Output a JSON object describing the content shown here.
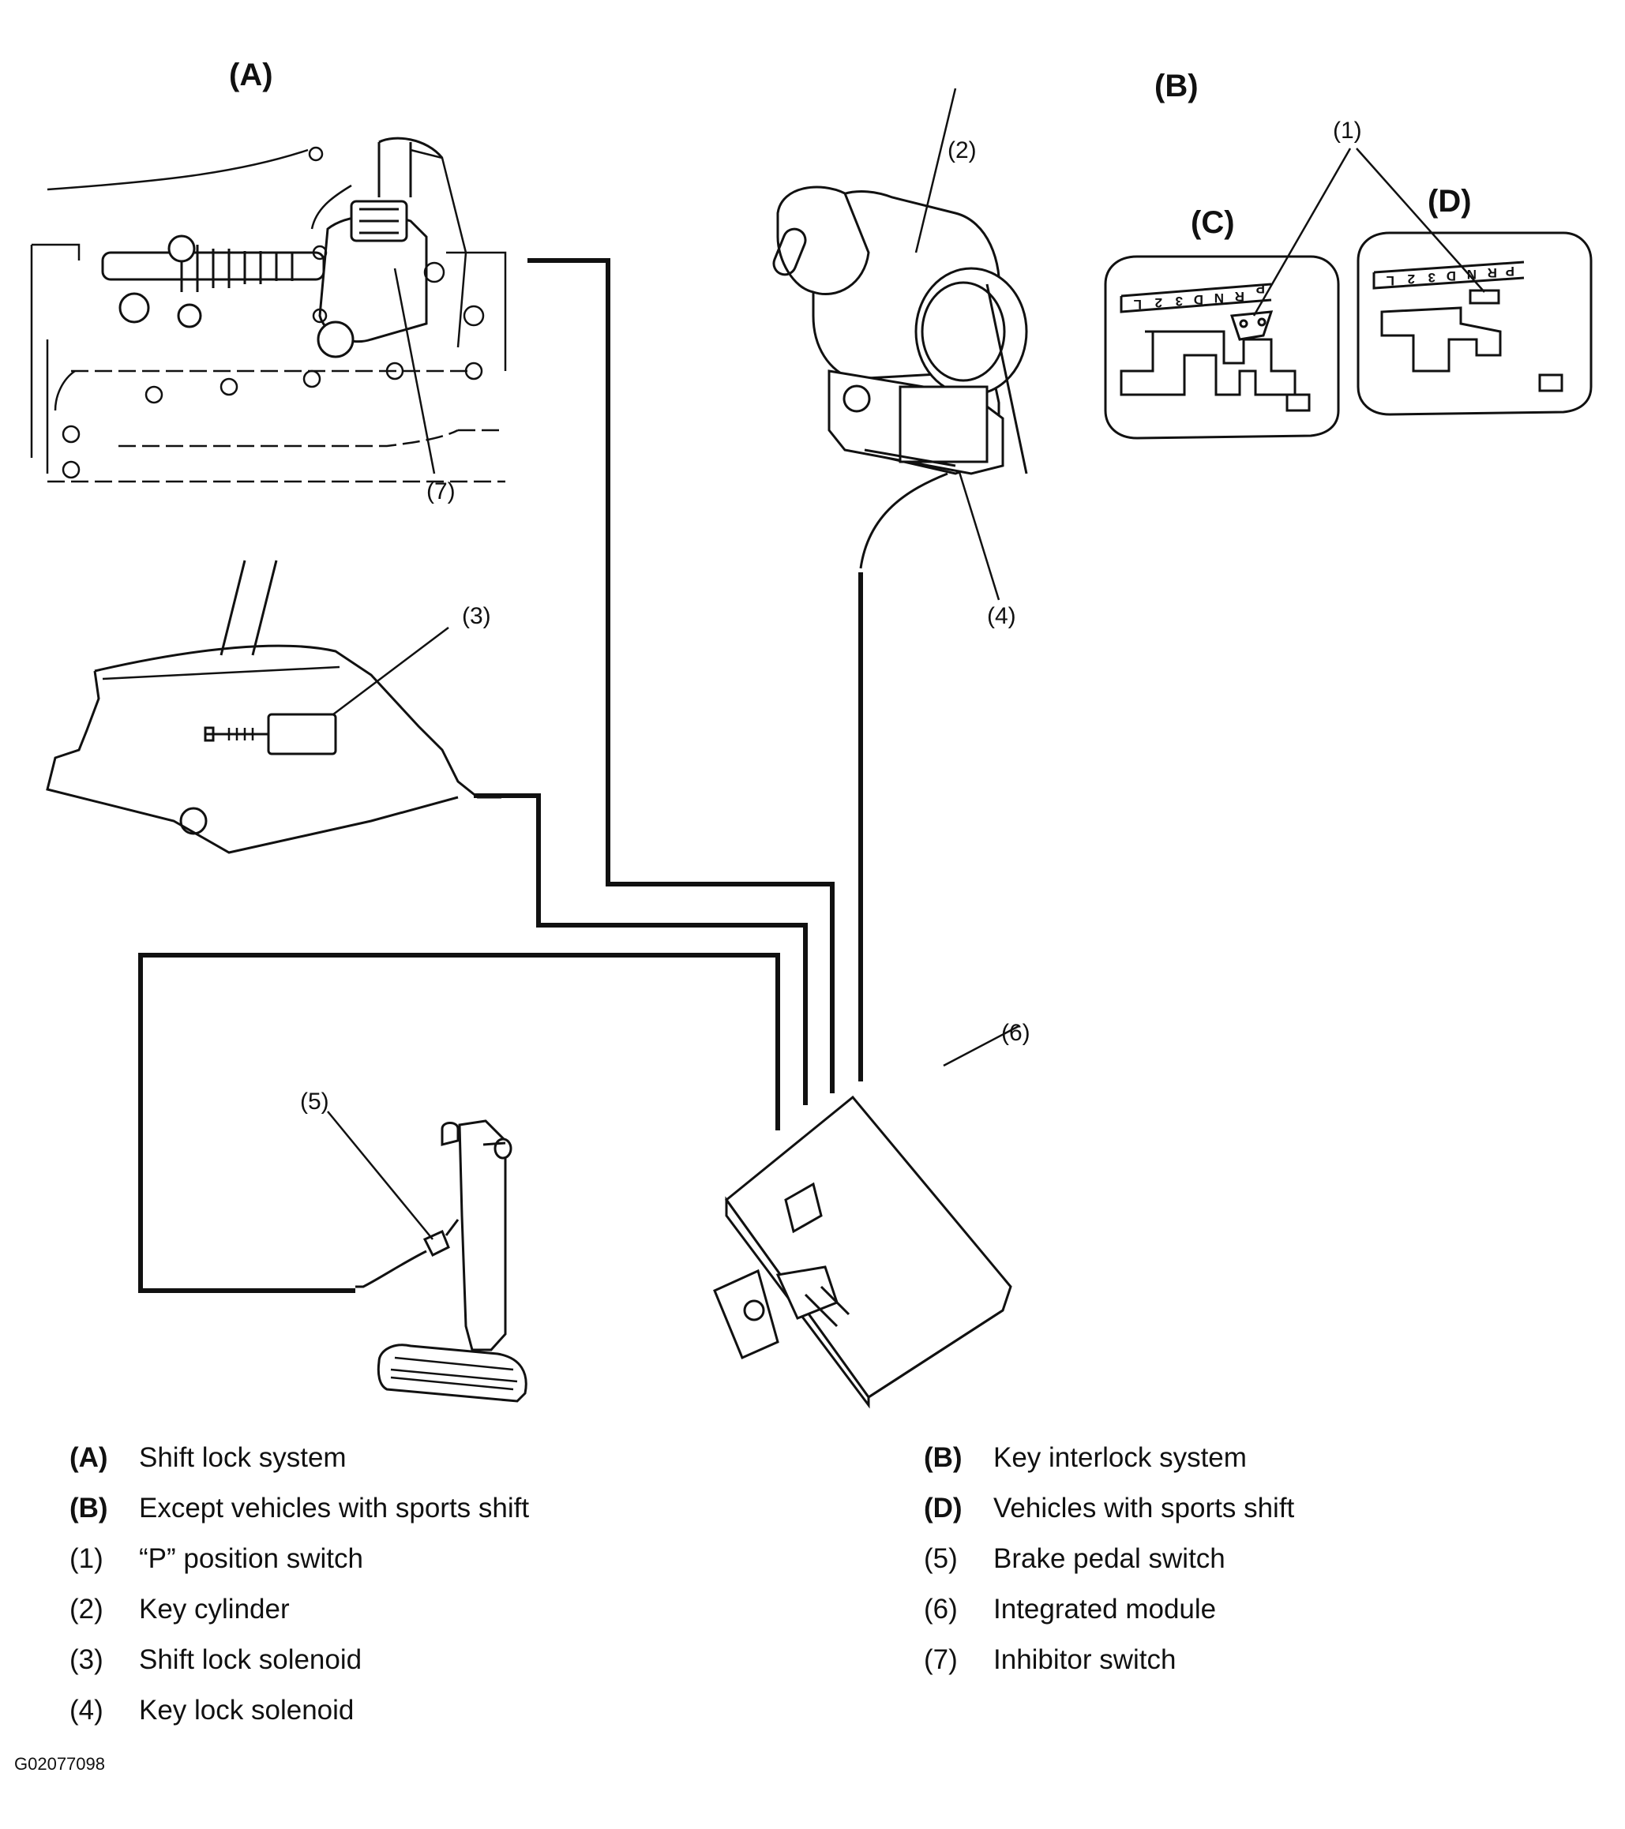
{
  "sections": {
    "A": "(A)",
    "B": "(B)",
    "C": "(C)",
    "D": "(D)"
  },
  "callouts": {
    "c1": "(1)",
    "c2": "(2)",
    "c3": "(3)",
    "c4": "(4)",
    "c5": "(5)",
    "c6": "(6)",
    "c7": "(7)"
  },
  "gate_labels": {
    "c": {
      "p": "P",
      "r": "R",
      "n": "N",
      "d": "D",
      "d3": "3",
      "d2": "2",
      "l": "L"
    },
    "d": {
      "p": "P",
      "r": "R",
      "n": "N",
      "d": "D",
      "d3": "3",
      "d2": "2",
      "l": "L"
    }
  },
  "legend": {
    "left": [
      {
        "key": "(A)",
        "text": "Shift lock system"
      },
      {
        "key": "(B)",
        "text": "Except vehicles with sports shift"
      },
      {
        "key": "(1)",
        "text": "“P” position switch"
      },
      {
        "key": "(2)",
        "text": "Key cylinder"
      },
      {
        "key": "(3)",
        "text": "Shift lock solenoid"
      },
      {
        "key": "(4)",
        "text": "Key lock solenoid"
      }
    ],
    "right": [
      {
        "key": "(B)",
        "text": "Key interlock system"
      },
      {
        "key": "(D)",
        "text": "Vehicles with sports shift"
      },
      {
        "key": "(5)",
        "text": "Brake pedal switch"
      },
      {
        "key": "(6)",
        "text": "Integrated module"
      },
      {
        "key": "(7)",
        "text": "Inhibitor switch"
      }
    ]
  },
  "figure_code": "G02077098"
}
